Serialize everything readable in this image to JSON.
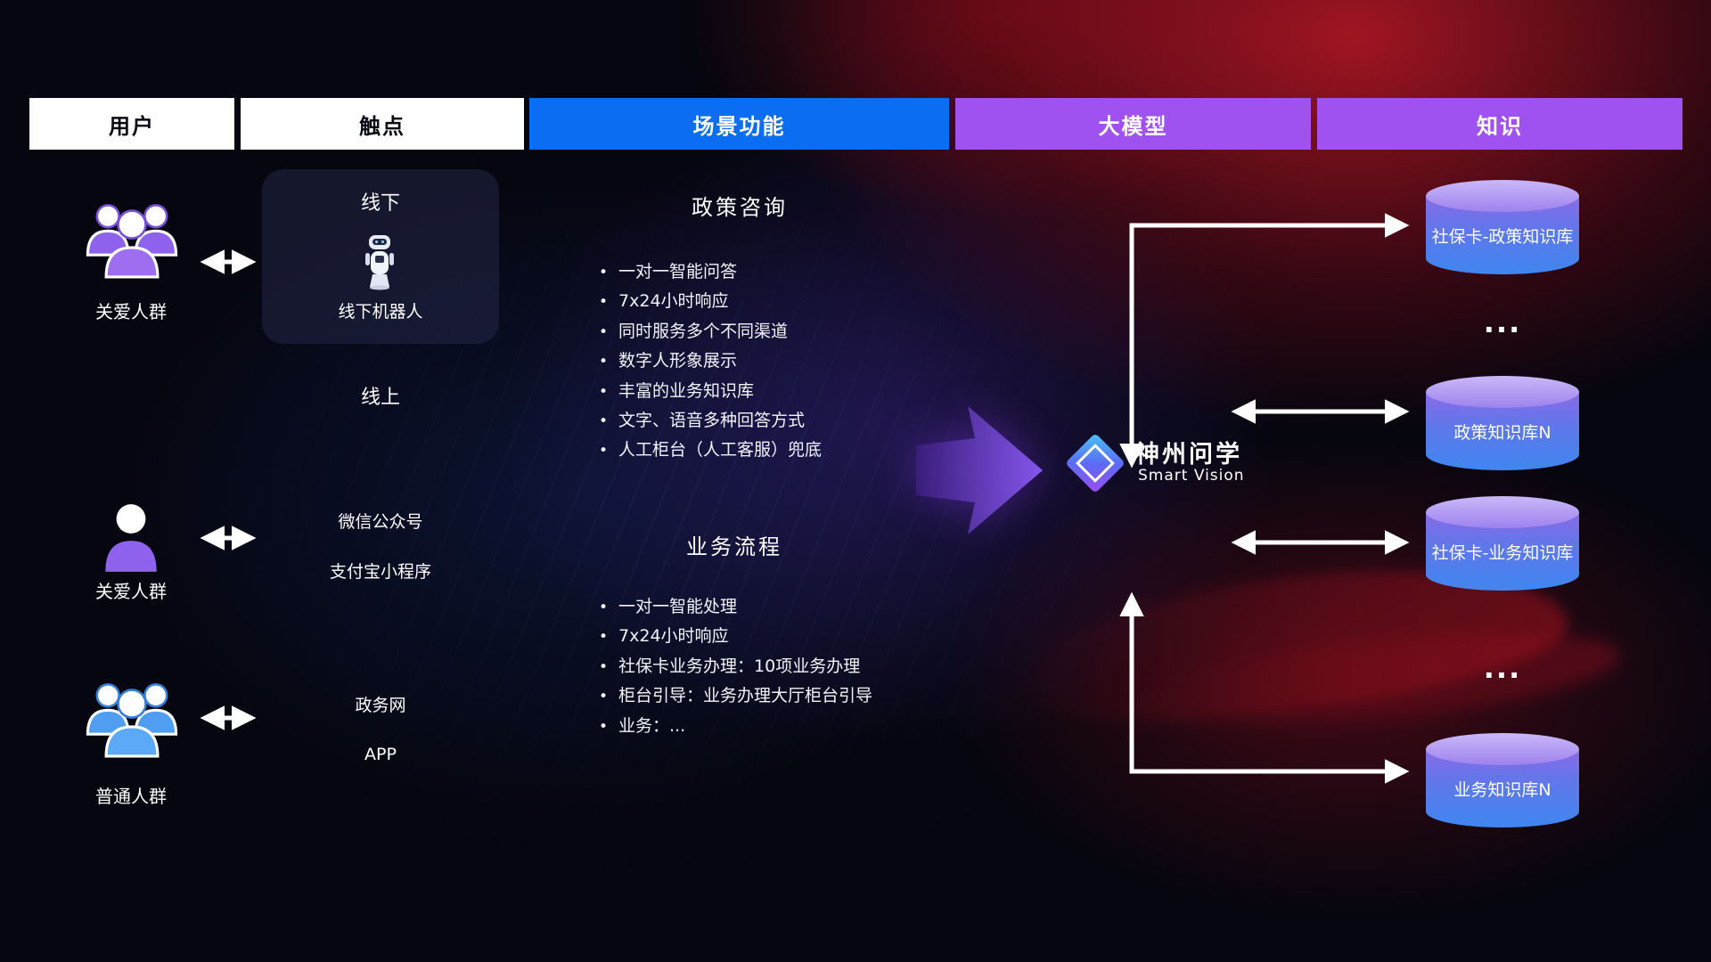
{
  "colors": {
    "scene_header_blue": "#0b6ef2",
    "model_header_purple": "#9f52f0",
    "user_purple": "#8f62ee",
    "user_blue": "#4f9ef2",
    "cylinder_top": "#b9a3f2",
    "cylinder_bottom": "#3f86f0"
  },
  "headers": [
    {
      "label": "用户"
    },
    {
      "label": "触点"
    },
    {
      "label": "场景功能"
    },
    {
      "label": "大模型"
    },
    {
      "label": "知识"
    }
  ],
  "users": [
    {
      "label": "关爱人群",
      "icon": "people-group-purple-icon"
    },
    {
      "label": "关爱人群",
      "icon": "person-purple-icon"
    },
    {
      "label": "普通人群",
      "icon": "people-group-blue-icon"
    }
  ],
  "touchpoints": {
    "offline": {
      "title": "线下",
      "robot_label": "线下机器人",
      "icon": "robot-icon"
    },
    "online": {
      "title": "线上",
      "channels": [
        "微信公众号",
        "支付宝小程序",
        "政务网",
        "APP"
      ]
    }
  },
  "scenes": [
    {
      "title": "政策咨询",
      "bullets": [
        "一对一智能问答",
        "7x24小时响应",
        "同时服务多个不同渠道",
        "数字人形象展示",
        "丰富的业务知识库",
        "文字、语音多种回答方式",
        "人工柜台（人工客服）兜底"
      ]
    },
    {
      "title": "业务流程",
      "bullets": [
        "一对一智能处理",
        "7x24小时响应",
        "社保卡业务办理：10项业务办理",
        "柜台引导：业务办理大厅柜台引导",
        "业务：..."
      ]
    }
  ],
  "model": {
    "name": "神州问学",
    "subtitle": "Smart Vision"
  },
  "knowledge": {
    "items": [
      {
        "label": "社保卡-政策知识库",
        "type": "cylinder"
      },
      {
        "label": "...",
        "type": "dots"
      },
      {
        "label": "政策知识库N",
        "type": "cylinder"
      },
      {
        "label": "社保卡-业务知识库",
        "type": "cylinder"
      },
      {
        "label": "...",
        "type": "dots"
      },
      {
        "label": "业务知识库N",
        "type": "cylinder"
      }
    ]
  }
}
